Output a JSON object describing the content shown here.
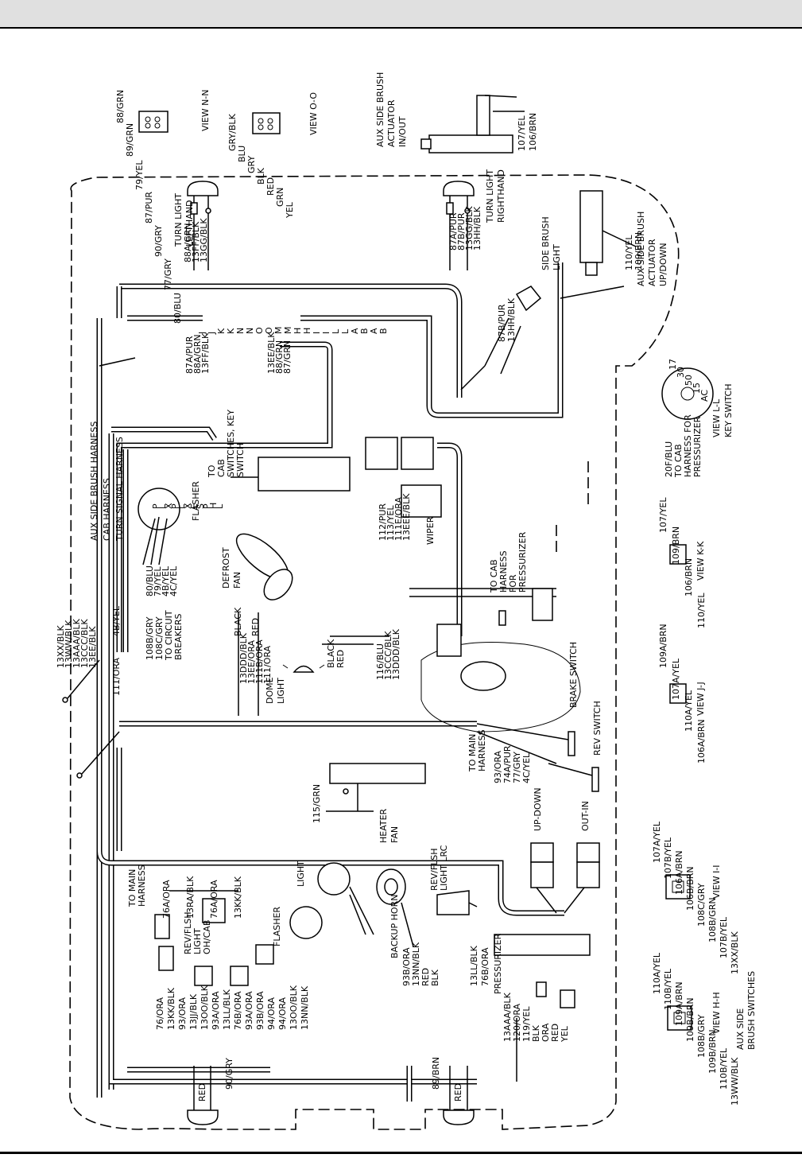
{
  "labels": {
    "view_nn_wires": [
      "88/GRN",
      "89/GRN",
      "79/YEL",
      "87/PUR",
      "90/GRY",
      "77/GRY",
      "80/BLU"
    ],
    "view_nn": "VIEW N-N",
    "view_oo_wires": [
      "GRY/BLK",
      "BLU",
      "GRY",
      "BLK",
      "RED",
      "GRN",
      "YEL"
    ],
    "view_oo": "VIEW O-O",
    "aux_in_out": [
      "AUX SIDE BRUSH",
      "ACTUATOR",
      "IN/OUT"
    ],
    "top_right_wires": [
      "107/YEL",
      "106/BRN"
    ],
    "turn_left": [
      "TURN LIGHT",
      "LEFTHAND"
    ],
    "turn_left_wires": [
      "88A/GRN",
      "13FF/BLK",
      "13GG/BLK"
    ],
    "turn_right": [
      "TURN LIGHT",
      "RIGHTHAND"
    ],
    "turn_right_wires": [
      "87A/PUR",
      "87B/PUR",
      "13GG/BLK",
      "13HH/BLK"
    ],
    "side_brush_light": [
      "SIDE BRUSH",
      "LIGHT"
    ],
    "side_brush_wires": [
      "87B/PUR",
      "13HH/BLK"
    ],
    "aux_up_down": [
      "AUX SIDE BRUSH",
      "ACTUATOR",
      "UP/DOWN"
    ],
    "aux_up_down_wires": [
      "110/YEL",
      "109/BRN"
    ],
    "conn_j_wires": [
      "87A/PUR",
      "88A/GRN",
      "13FF/BLK"
    ],
    "conn_k_wires": [
      "13EE/BLK",
      "88/GRN",
      "87/GRN"
    ],
    "harness_names": [
      "AUX SIDE BRUSH HARNESS",
      "CAB HARNESS",
      "TURN SIGNAL HARNESS"
    ],
    "to_cab_key": [
      "TO",
      "CAB",
      "SWITCHES, KEY",
      "SWITCH"
    ],
    "wiper_wires": [
      "112/PUR",
      "113/YEL",
      "111E/ORA",
      "13EEE/BLK"
    ],
    "wiper": "WIPER",
    "flasher": "FLASHER",
    "flasher_wires": [
      "80/BLU",
      "79/YEL",
      "4B/YEL",
      "4C/YEL"
    ],
    "defrost_fan": [
      "DEFROST",
      "FAN"
    ],
    "defrost_wires": [
      "BLACK",
      "RED"
    ],
    "breaker_label": [
      "108B/GRY",
      "108C/GRY",
      "TO CIRCUIT",
      "BREAKERS"
    ],
    "yel_4b": "4B/YEL",
    "ora_111": "111/ORA",
    "dome_light": [
      "DOME",
      "LIGHT"
    ],
    "dome_wires": [
      "13DDD/BLK",
      "13EE/ORA",
      "111B/ORA",
      "111/ORA"
    ],
    "dome_black_red": [
      "BLACK",
      "RED"
    ],
    "right_small_wires": [
      "116/BLU",
      "13CCC/BLK",
      "13DDD/BLK"
    ],
    "pressurizer_cab": [
      "TO CAB",
      "HARNESS",
      "FOR",
      "PRESSURIZER"
    ],
    "brake_switch": "BRAKE SWITCH",
    "rev_switch": "REV SWITCH",
    "to_main_harness": [
      "TO MAIN",
      "HARNESS"
    ],
    "main_wires": [
      "93/ORA",
      "74A/PUR",
      "77/GRY",
      "4C/YEL"
    ],
    "left_ground_wires": [
      "13XX/BLK",
      "13WW/BLK",
      "13AAA/BLK",
      "13CCC/BLK",
      "13EE/BLK"
    ],
    "heater_fan": [
      "HEATER",
      "FAN"
    ],
    "heater_wire": "115/GRN",
    "up_down": "UP-DOWN",
    "out_in": "OUT-IN",
    "to_main_harness_2": [
      "TO MAIN",
      "HARNESS"
    ],
    "rev_flsh_cab": [
      "REV/FLSH",
      "LIGHT",
      "OH/CAB"
    ],
    "rev_flsh_cab_wires": [
      "76A/ORA",
      "13RA/BLK",
      "76A/ORA",
      "13KK/BLK"
    ],
    "light": "LIGHT",
    "flasher_2": "FLASHER",
    "backup_horn": "BACKUP HORN",
    "backup_wires": [
      "93B/ORA",
      "13NN/BLK",
      "RED",
      "BLK"
    ],
    "rev_flsh_lrc": [
      "REV/FLSH",
      "LIGHT LRC"
    ],
    "lrc_wires": [
      "13LL/BLK",
      "76B/ORA"
    ],
    "pressurizer": "PRESSURIZER",
    "pressurizer_wires": [
      "13AAA/BLK",
      "120/ORA",
      "119/YEL",
      "BLK",
      "ORA",
      "RED",
      "YEL"
    ],
    "bottom_left_wires": [
      "76/ORA",
      "13KK/BLK",
      "93/ORA",
      "13JJ/BLK",
      "13OO/BLK",
      "93A/ORA",
      "13LL/BLK",
      "76B/ORA",
      "93A/ORA",
      "93B/ORA",
      "94/ORA",
      "94/ORA",
      "13OO/BLK",
      "13NN/BLK"
    ],
    "bottom_red": "RED",
    "bottom_gry": "90/GRY",
    "bottom_brn": "89/BRN",
    "bottom_red_2": "RED",
    "view_ll": "VIEW L-L",
    "key_switch": "KEY SWITCH",
    "view_ll_wires": [
      "20F/BLU",
      "TO CAB",
      "HARNESS FOR",
      "PRESSURIZER"
    ],
    "view_ll_pins": [
      "17",
      "30",
      "50",
      "15",
      "AC"
    ],
    "view_kk": "VIEW K-K",
    "view_kk_wires": [
      "107/YEL",
      "109/BRN",
      "106/BRN",
      "110/YEL"
    ],
    "view_jj": "VIEW J-J",
    "view_jj_wires": [
      "109A/BRN",
      "107A/YEL",
      "110A/YEL",
      "106A/BRN"
    ],
    "view_ii": "VIEW I-I",
    "view_ii_wires": [
      "107A/YEL",
      "107B/YEL",
      "106A/BRN",
      "106B/BRN",
      "108C/GRY",
      "108B/GRN",
      "107B/YEL",
      "13XX/BLK"
    ],
    "view_hh": "VIEW H-H",
    "view_hh_wires": [
      "110A/YEL",
      "110B/YEL",
      "109A/BRN",
      "109B/BRN",
      "108B/GRY",
      "109B/BRN",
      "110B/YEL",
      "13WW/BLK"
    ],
    "aux_switches": [
      "AUX SIDE",
      "BRUSH SWITCHES"
    ],
    "conn_letters": [
      "J",
      "J",
      "K",
      "K",
      "N",
      "N",
      "O",
      "O",
      "M",
      "M",
      "H",
      "H",
      "I",
      "I",
      "L",
      "L",
      "A",
      "B",
      "A",
      "B"
    ],
    "pin_letters": [
      "P",
      "L",
      "X",
      "P",
      "L",
      "X",
      "E",
      "S",
      "P",
      "H",
      "L"
    ]
  }
}
